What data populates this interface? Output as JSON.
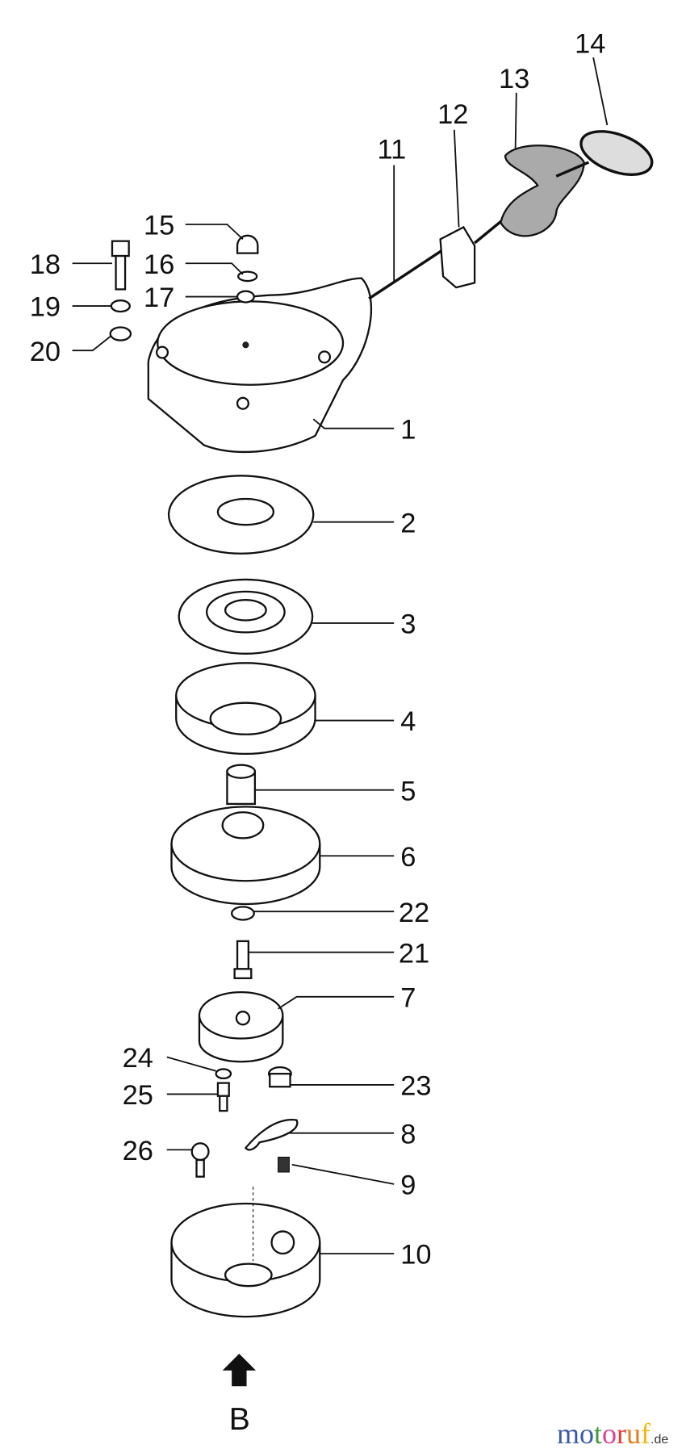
{
  "diagram": {
    "part_labels": [
      "1",
      "2",
      "3",
      "4",
      "5",
      "6",
      "7",
      "8",
      "9",
      "10",
      "11",
      "12",
      "13",
      "14",
      "15",
      "16",
      "17",
      "18",
      "19",
      "20",
      "21",
      "22",
      "23",
      "24",
      "25",
      "26"
    ],
    "view_arrow_label": "B"
  },
  "watermark": {
    "text": "motoruf",
    "suffix": ".de",
    "colors": [
      "#3b5ba5",
      "#3b5ba5",
      "#3c9a3c",
      "#e0418f",
      "#e53935",
      "#e57c1a",
      "#f2b711"
    ]
  }
}
